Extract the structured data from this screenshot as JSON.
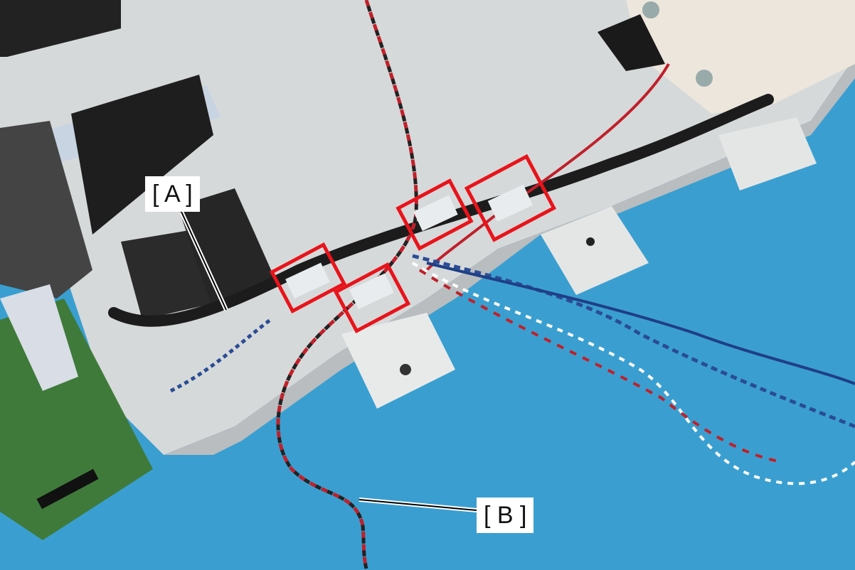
{
  "labels": {
    "a": "[ A ]",
    "b": "[ B ]"
  },
  "colors": {
    "background": "#3a9fd0",
    "highlight_box": "#e8141b",
    "panel": "#d9dcdc",
    "cable_a": "#1c1c1c"
  },
  "highlights_count": 4
}
